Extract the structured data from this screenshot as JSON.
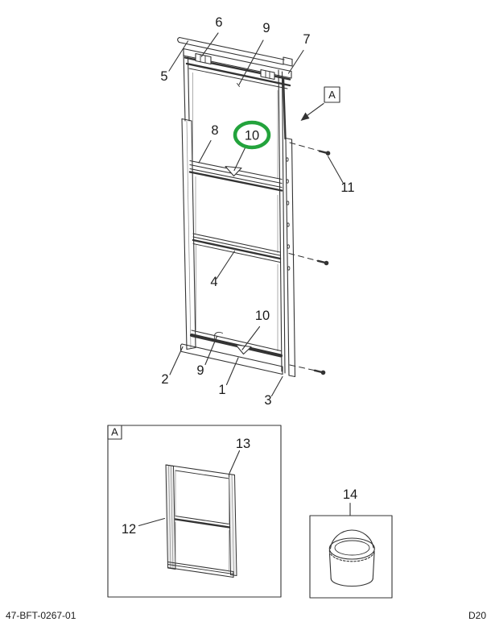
{
  "page": {
    "background": "#ffffff",
    "line_color": "#333333"
  },
  "labels": {
    "c1": "1",
    "c2": "2",
    "c3": "3",
    "c4": "4",
    "c5": "5",
    "c6": "6",
    "c7": "7",
    "c8": "8",
    "c9_top": "9",
    "c9_bottom": "9",
    "c10_bottom": "10",
    "c11": "11"
  },
  "highlight": {
    "label": "10",
    "color": "#23a33c"
  },
  "detail_a": {
    "ref_marker": "A",
    "corner_marker": "A",
    "c12": "12",
    "c13": "13"
  },
  "part_14": {
    "c14": "14"
  },
  "footer": {
    "doc_number": "47-BFT-0267-01",
    "page_code": "D20"
  }
}
